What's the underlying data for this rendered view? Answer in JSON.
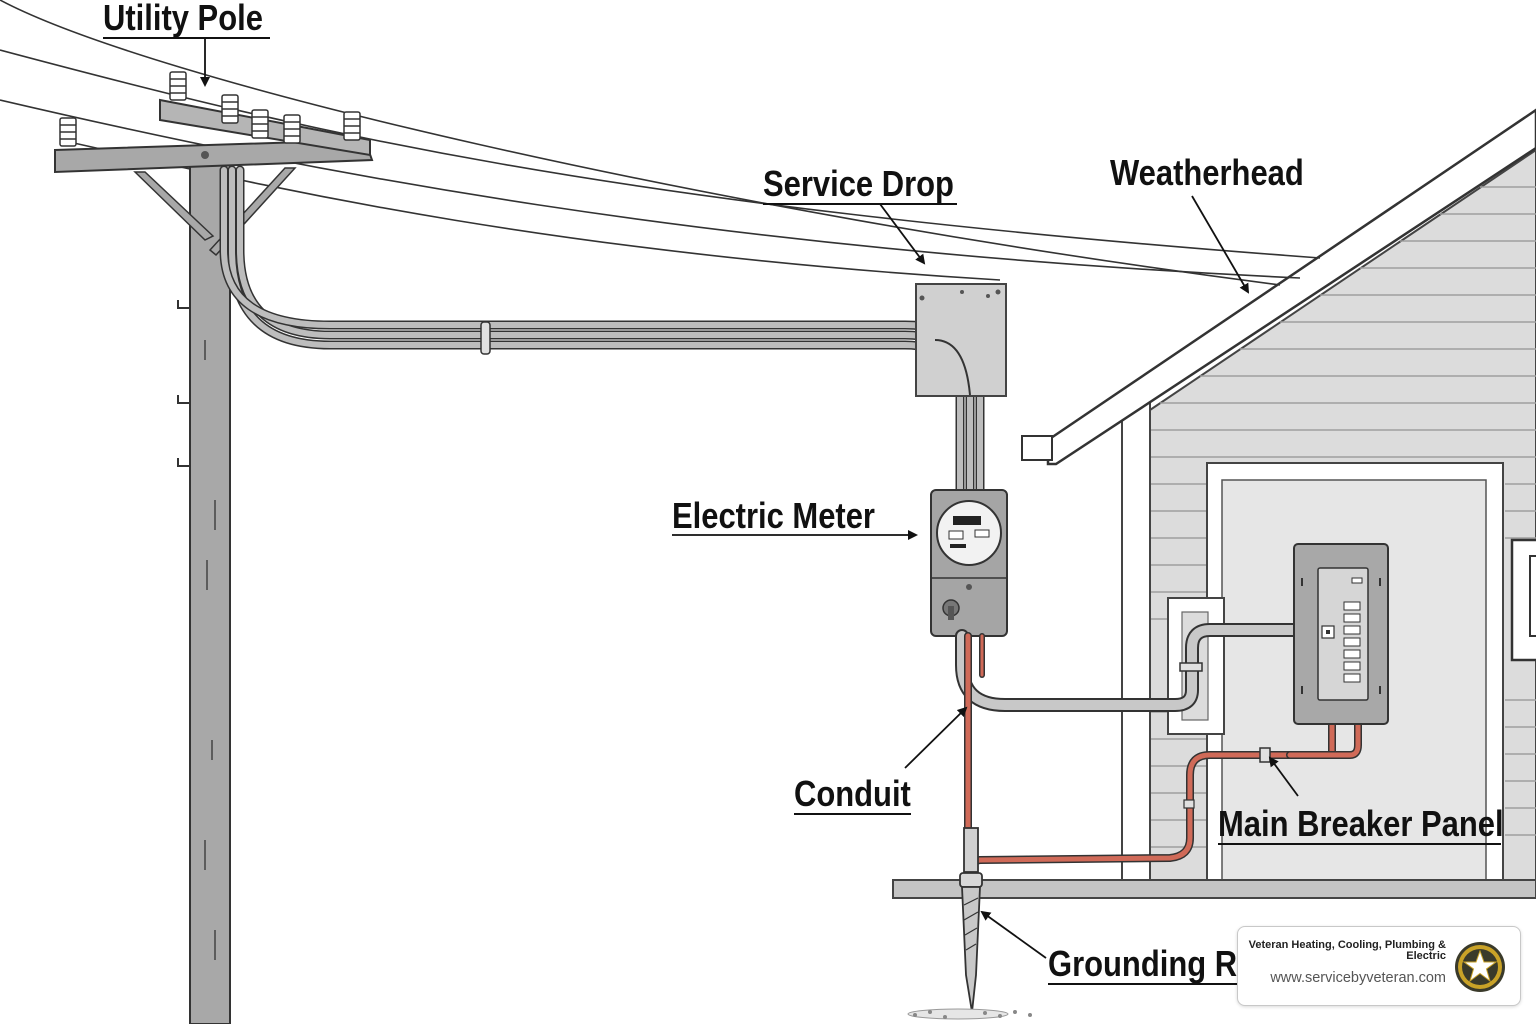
{
  "labels": {
    "utility_pole": "Utility Pole",
    "service_drop": "Service Drop",
    "weatherhead": "Weatherhead",
    "electric_meter": "Electric Meter",
    "conduit": "Conduit",
    "main_breaker_panel": "Main Breaker Panel",
    "grounding_rod": "Grounding Rod"
  },
  "badge": {
    "company": "Veteran Heating, Cooling, Plumbing & Electric",
    "url": "www.servicebyveteran.com",
    "logo_icon": "star-emblem-icon"
  },
  "colors": {
    "line": "#333333",
    "metal": "#9a9a9a",
    "ground_wire": "#c0574a",
    "siding": "#d9d9d9",
    "logo_gold": "#c9a227",
    "logo_dark": "#3a3a2a"
  }
}
